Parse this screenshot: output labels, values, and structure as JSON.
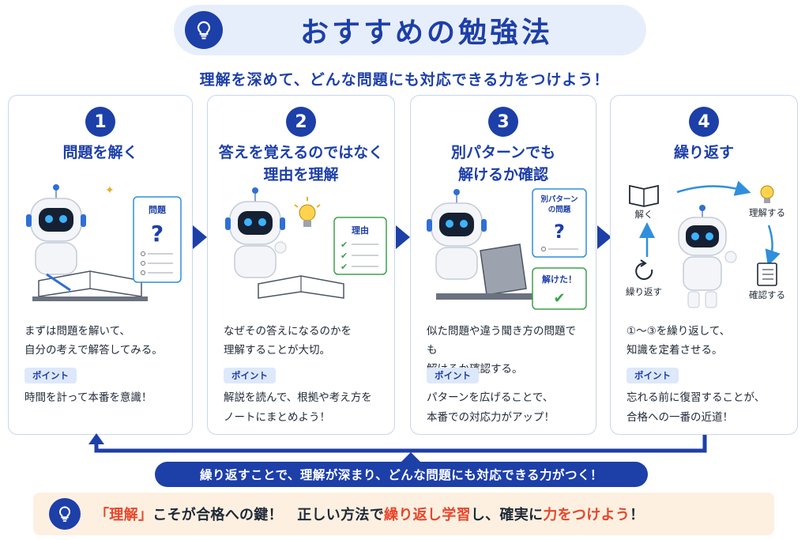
{
  "header": {
    "title": "おすすめの勉強法",
    "subtitle": "理解を深めて、どんな問題にも対応できる力をつけよう！",
    "icon": "lightbulb-icon"
  },
  "colors": {
    "primary": "#1d3fa8",
    "accent_red": "#e8462b",
    "card_border": "#c7d6f0",
    "badge_bg": "#dde8fa",
    "bottom_bg": "#fdf0e1",
    "check_green": "#3aa34a",
    "sky": "#2f8fdc"
  },
  "steps": [
    {
      "number": "1",
      "title": "問題を解く",
      "description": "まずは問題を解いて、\n自分の考えで解答してみる。",
      "point_label": "ポイント",
      "point_text": "時間を計って本番を意識！",
      "card_label": "問題"
    },
    {
      "number": "2",
      "title": "答えを覚えるのではなく\n理由を理解",
      "description": "なぜその答えになるのかを\n理解することが大切。",
      "point_label": "ポイント",
      "point_text": "解説を読んで、根拠や考え方を\nノートにまとめよう！",
      "card_label": "理由"
    },
    {
      "number": "3",
      "title": "別パターンでも\n解けるか確認",
      "description": "似た問題や違う聞き方の問題でも\n解けるか確認する。",
      "point_label": "ポイント",
      "point_text": "パターンを広げることで、\n本番での対応力がアップ！",
      "card_label_line1": "別パターン",
      "card_label_line2": "の問題",
      "solved_label": "解けた！"
    },
    {
      "number": "4",
      "title": "繰り返す",
      "description": "①〜③を繰り返して、\n知識を定着させる。",
      "point_label": "ポイント",
      "point_text": "忘れる前に復習することが、\n合格への一番の近道！",
      "cycle": {
        "solve": "解く",
        "understand": "理解する",
        "confirm": "確認する",
        "repeat": "繰り返す"
      }
    }
  ],
  "loop_banner": "繰り返すことで、理解が深まり、どんな問題にも対応できる力がつく！",
  "bottom": {
    "part1": "「理解」",
    "part2": "こそが合格への鍵！　正しい方法で",
    "part3": "繰り返し学習",
    "part4": "し、確実に",
    "part5": "力をつけよう",
    "part6": "！"
  }
}
